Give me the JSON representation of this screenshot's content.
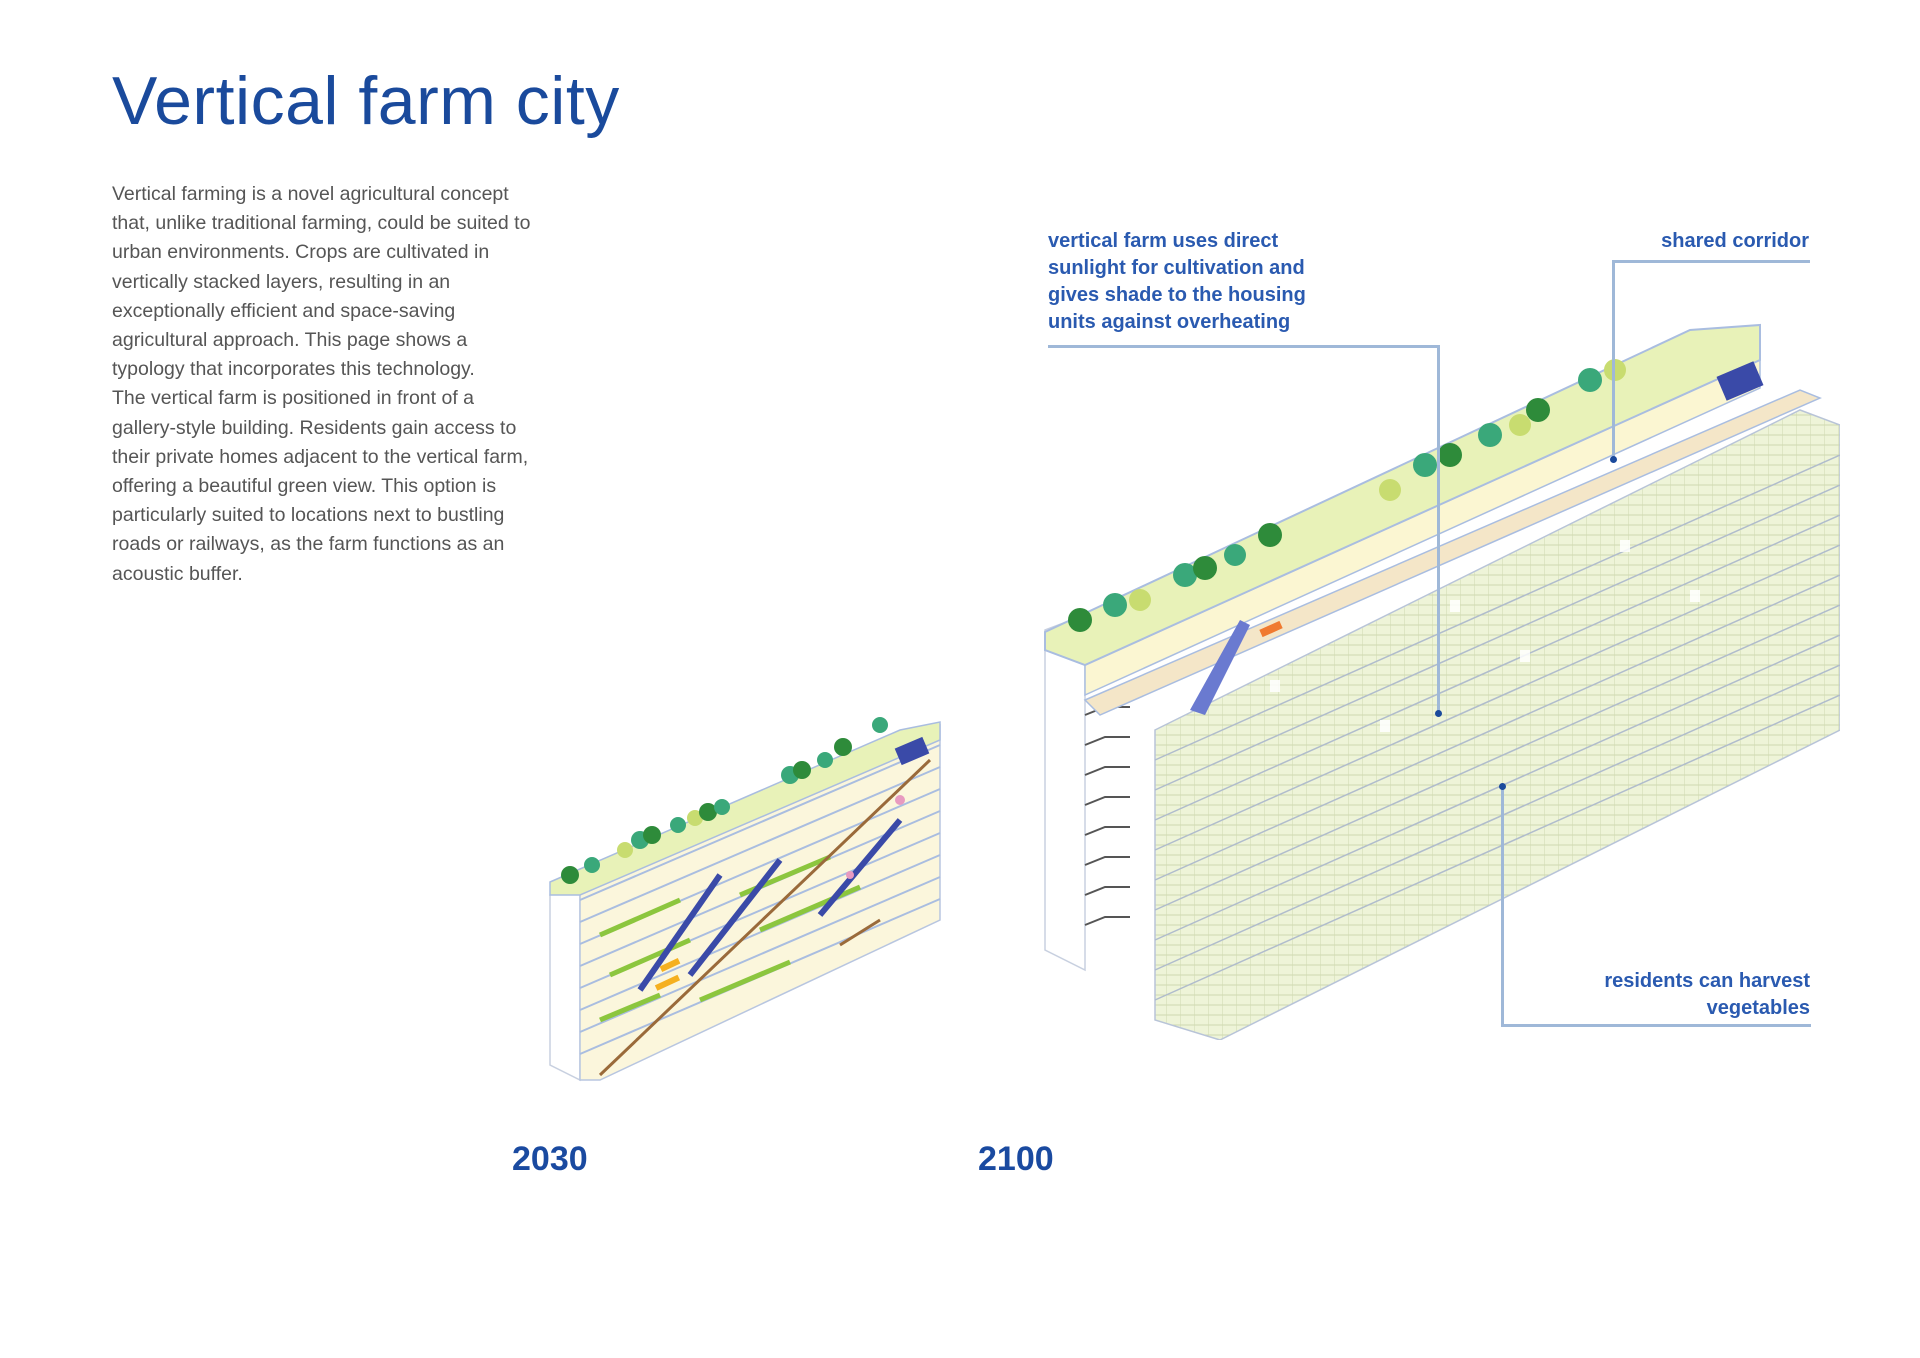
{
  "page": {
    "title": "Vertical farm city",
    "description": [
      "Vertical farming is a novel agricultural concept that, unlike traditional farming, could be suited to urban environments. Crops are cultivated in vertically stacked layers, resulting in an exceptionally efficient and space-saving agricultural approach. This page shows a typology that incorporates this technology.",
      "The vertical farm is positioned in front of a gallery-style building. Residents gain access to their private homes adjacent to the vertical farm, offering a beautiful green view. This option is particularly suited to locations next to bustling roads or railways, as the farm functions as an acoustic buffer."
    ]
  },
  "diagrams": [
    {
      "year": "2030",
      "description": "small gallery building with vertical farm and escalators"
    },
    {
      "year": "2100",
      "description": "large gallery building with full vertical farm facade"
    }
  ],
  "annotations": {
    "sunlight": "vertical farm uses direct sunlight for cultivation and gives shade to the housing units against overheating",
    "sunlight_lines": [
      "vertical farm uses direct",
      "sunlight for cultivation and",
      "gives shade to the housing",
      "units against overheating"
    ],
    "corridor": "shared corridor",
    "harvest_lines": [
      "residents can harvest",
      "vegetables"
    ]
  },
  "colors": {
    "title": "#1a4a9c",
    "annotation": "#2a5ab0",
    "leader_line": "#9fb8d8",
    "roof_green": "#e8f2b8",
    "tree_dark": "#2e8b3a",
    "tree_teal": "#3aa87a",
    "facade_grid": "#dfe8c8",
    "accent_blue": "#3a4aa8"
  }
}
